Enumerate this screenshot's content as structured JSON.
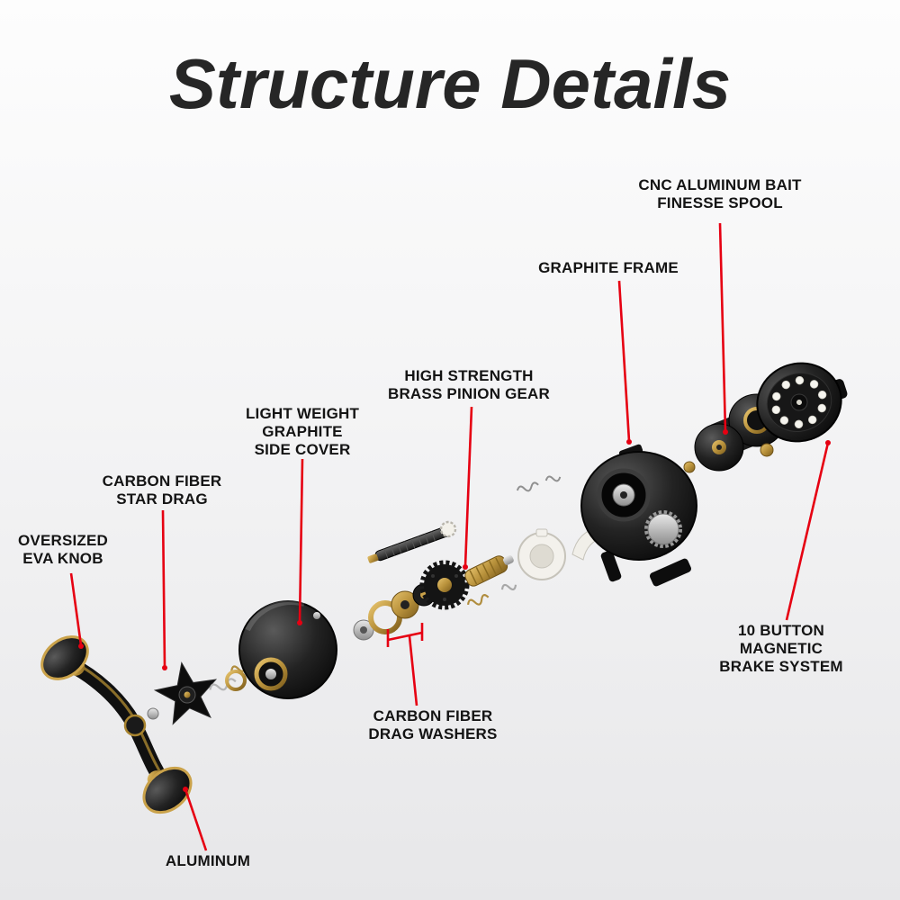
{
  "title": "Structure Details",
  "colors": {
    "accent_red": "#e60012",
    "title_text": "#262626",
    "label_text": "#141414",
    "background_top": "#fdfdfd",
    "background_bottom": "#e7e7e9"
  },
  "callouts": {
    "spool": {
      "text": [
        "CNC ALUMINUM BAIT",
        "FINESSE SPOOL"
      ]
    },
    "frame": {
      "text": [
        "GRAPHITE FRAME"
      ]
    },
    "pinion_gear": {
      "text": [
        "HIGH STRENGTH",
        "BRASS PINION GEAR"
      ]
    },
    "side_cover": {
      "text": [
        "LIGHT WEIGHT",
        "GRAPHITE",
        "SIDE COVER"
      ]
    },
    "star_drag": {
      "text": [
        "CARBON FIBER",
        "STAR DRAG"
      ]
    },
    "eva_knob": {
      "text": [
        "OVERSIZED",
        "EVA KNOB"
      ]
    },
    "brake_system": {
      "text": [
        "10 BUTTON",
        "MAGNETIC",
        "BRAKE SYSTEM"
      ]
    },
    "drag_washers": {
      "text": [
        "CARBON FIBER",
        "DRAG WASHERS"
      ]
    },
    "handle": {
      "text": [
        "ALUMINUM"
      ]
    }
  }
}
